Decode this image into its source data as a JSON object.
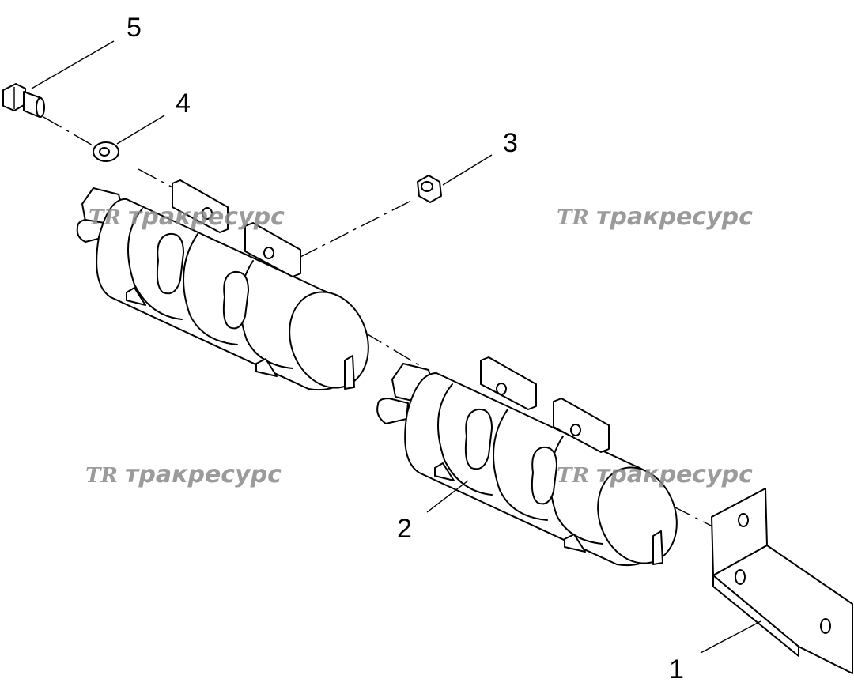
{
  "callouts": [
    {
      "id": "1",
      "label": "1"
    },
    {
      "id": "2",
      "label": "2"
    },
    {
      "id": "3",
      "label": "3"
    },
    {
      "id": "4",
      "label": "4"
    },
    {
      "id": "5",
      "label": "5"
    }
  ],
  "watermark": {
    "logo": "TR",
    "text": "тракресурс"
  },
  "colors": {
    "line": "#000000",
    "watermark": "#8a8a8a",
    "background": "#ffffff"
  }
}
